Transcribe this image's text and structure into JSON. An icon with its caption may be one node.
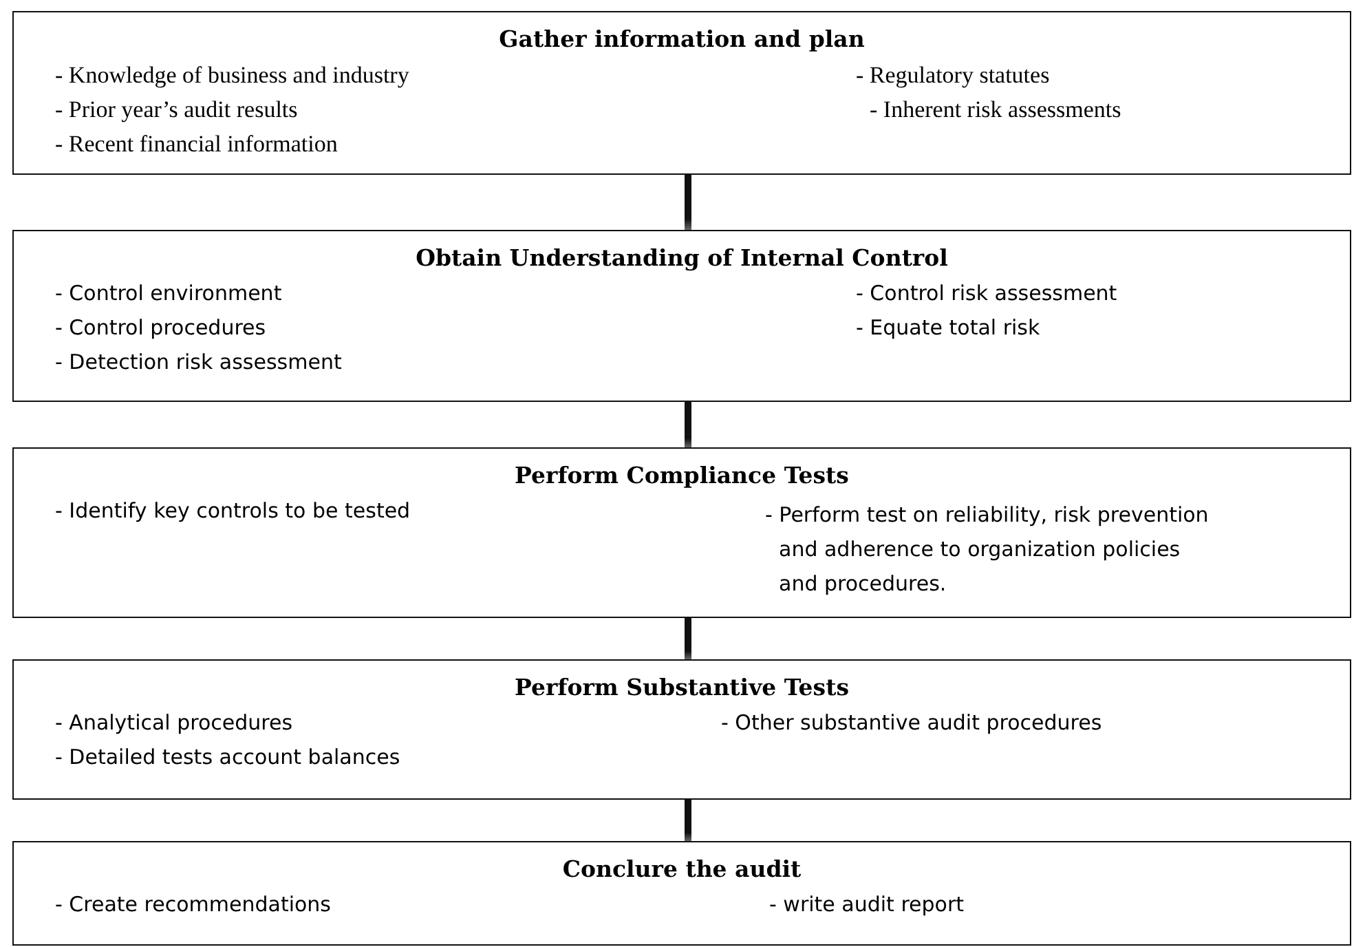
{
  "diagram": {
    "nodes": [
      {
        "text": [
          "Gather information and plan",
          "- Knowledge of business and industry",
          "- Regulatory statutes",
          "- Prior year’s audit results",
          "- Inherent risk assessments",
          "- Recent financial information"
        ]
      },
      {
        "text": [
          "Obtain Understanding of Internal Control",
          "- Control environment",
          "- Control risk assessment",
          "- Control procedures",
          "- Equate total risk",
          "- Detection risk assessment"
        ]
      },
      {
        "text": [
          "Perform Compliance Tests",
          "- Identify key controls to be tested",
          "- Perform test on reliability, risk prevention and adherence to organization policies and procedures."
        ]
      },
      {
        "text": [
          "Perform Substantive Tests",
          "- Analytical procedures",
          "- Other substantive audit procedures",
          "- Detailed tests account balances"
        ]
      },
      {
        "text": [
          "Conclure the audit",
          "- Create recommendations",
          "- write audit report"
        ]
      }
    ],
    "edges": [
      {
        "from": 0,
        "to": 1,
        "arrow": "none"
      },
      {
        "from": 1,
        "to": 2,
        "arrow": "none"
      },
      {
        "from": 2,
        "to": 3,
        "arrow": "none"
      },
      {
        "from": 3,
        "to": 4,
        "arrow": "none"
      }
    ]
  }
}
